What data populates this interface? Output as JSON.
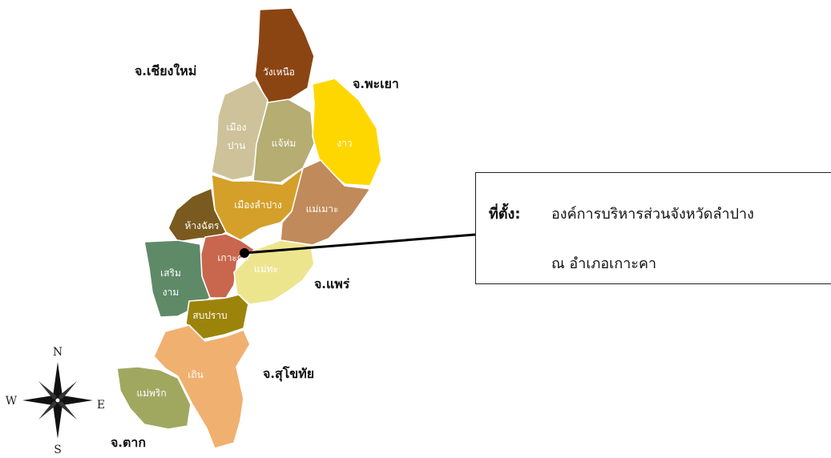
{
  "districts": [
    {
      "name": "วังเหนือ",
      "color": "#8b4513"
    },
    {
      "name": "เมือง",
      "name_line2": "ปาน",
      "color": "#cdc29a"
    },
    {
      "name": "แจ้ห่ม",
      "color": "#b5ad72"
    },
    {
      "name": "งาว",
      "color": "#ffd700"
    },
    {
      "name": "เมืองลำปาง",
      "color": "#d4a02a"
    },
    {
      "name": "แม่เมาะ",
      "color": "#c08a5a"
    },
    {
      "name": "ห้างฉัตร",
      "color": "#7a5a1e"
    },
    {
      "name": "เกาะคา",
      "color": "#c8664e"
    },
    {
      "name": "แม่ทะ",
      "color": "#ede58e"
    },
    {
      "name": "เสริม",
      "name_line2": "งาม",
      "color": "#5f8a68"
    },
    {
      "name": "สบปราบ",
      "color": "#9c840a"
    },
    {
      "name": "เถิน",
      "color": "#f0b070"
    },
    {
      "name": "แม่พริก",
      "color": "#a0a860"
    }
  ],
  "provinces": {
    "chiangmai": "จ.เชียงใหม่",
    "phayao": "จ.พะเยา",
    "phrae": "จ.แพร่",
    "sukhothai": "จ.สุโขทัย",
    "tak": "จ.ตาก"
  },
  "compass": {
    "north": "N",
    "south": "S",
    "east": "E",
    "west": "W"
  },
  "location_box": {
    "heading": "ที่ตั้ง:",
    "line1": "องค์การบริหารส่วนจังหวัดลำปาง",
    "line2": "ณ อำเภอเกาะคา"
  },
  "colors": {
    "outline": "#ffffff",
    "pointer": "#000000"
  }
}
